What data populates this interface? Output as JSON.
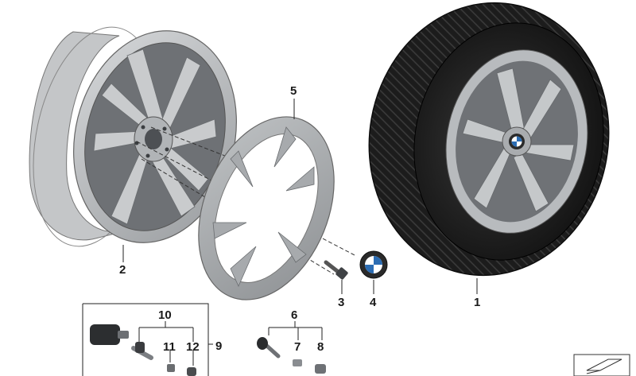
{
  "diagram": {
    "callouts": {
      "tire_wheel": "1",
      "rim": "2",
      "bolt": "3",
      "hub_cap": "4",
      "aero_cover": "5",
      "valve_set": "6",
      "valve_cap": "7",
      "valve_nut": "8",
      "sensor_group": "9",
      "sensor": "10",
      "sensor_valve": "11",
      "sensor_nut": "12"
    },
    "colors": {
      "rim_silver": "#b9bcbf",
      "rim_dark": "#8d9094",
      "tire_black": "#1b1b1b",
      "cover_grey": "#a2a5a8",
      "logo_blue": "#2b6cb3"
    },
    "icons": [
      "bmw-roundel-icon",
      "document-nav-icon"
    ]
  }
}
